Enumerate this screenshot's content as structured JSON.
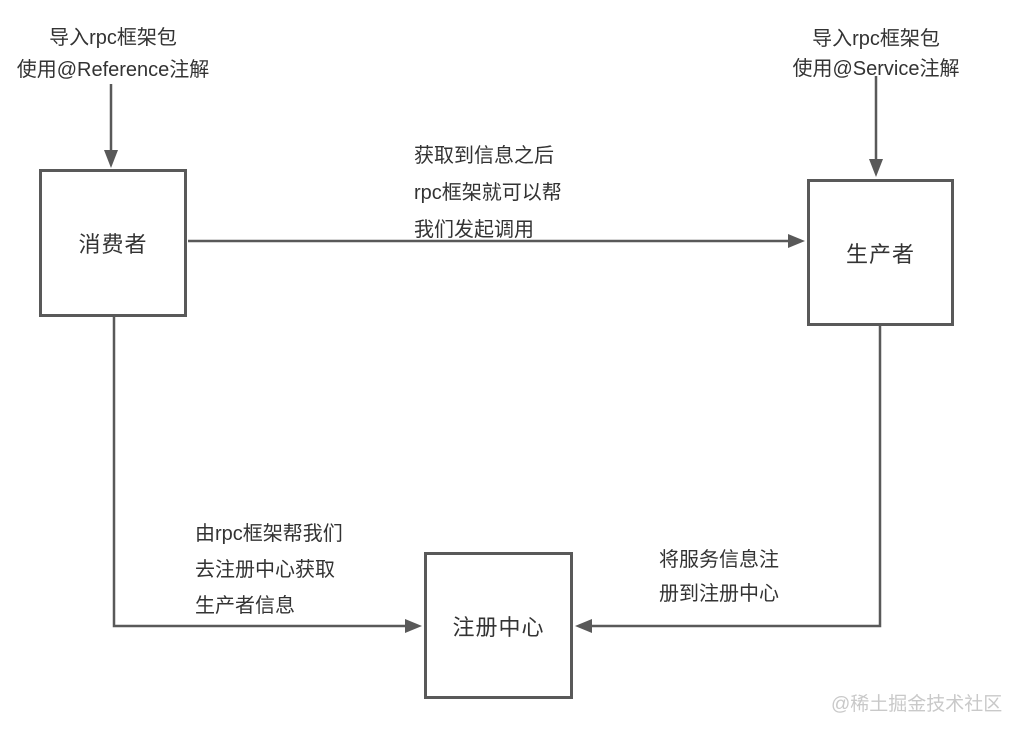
{
  "nodes": {
    "consumer": {
      "label": "消费者"
    },
    "producer": {
      "label": "生产者"
    },
    "registry": {
      "label": "注册中心"
    }
  },
  "annotations": {
    "consumer_top": {
      "lines": [
        "导入rpc框架包",
        "使用@Reference注解"
      ]
    },
    "producer_top": {
      "lines": [
        "导入rpc框架包",
        "使用@Service注解"
      ]
    },
    "consumer_to_producer": {
      "lines": [
        "获取到信息之后",
        "rpc框架就可以帮",
        "我们发起调用"
      ]
    },
    "consumer_to_registry": {
      "lines": [
        "由rpc框架帮我们",
        "去注册中心获取",
        "生产者信息"
      ]
    },
    "producer_to_registry": {
      "lines": [
        "将服务信息注",
        "册到注册中心"
      ]
    }
  },
  "edges": [
    {
      "from": "consumer_top_note",
      "to": "consumer",
      "type": "arrow-down"
    },
    {
      "from": "producer_top_note",
      "to": "producer",
      "type": "arrow-down"
    },
    {
      "from": "consumer",
      "to": "producer",
      "label_ref": "consumer_to_producer",
      "type": "arrow-right"
    },
    {
      "from": "consumer",
      "to": "registry",
      "label_ref": "consumer_to_registry",
      "type": "elbow-arrow"
    },
    {
      "from": "producer",
      "to": "registry",
      "label_ref": "producer_to_registry",
      "type": "elbow-arrow"
    }
  ],
  "watermark": "@稀土掘金技术社区",
  "colors": {
    "line": "#595959",
    "text": "#333333",
    "watermark": "#c9c9c9",
    "background": "#ffffff"
  }
}
